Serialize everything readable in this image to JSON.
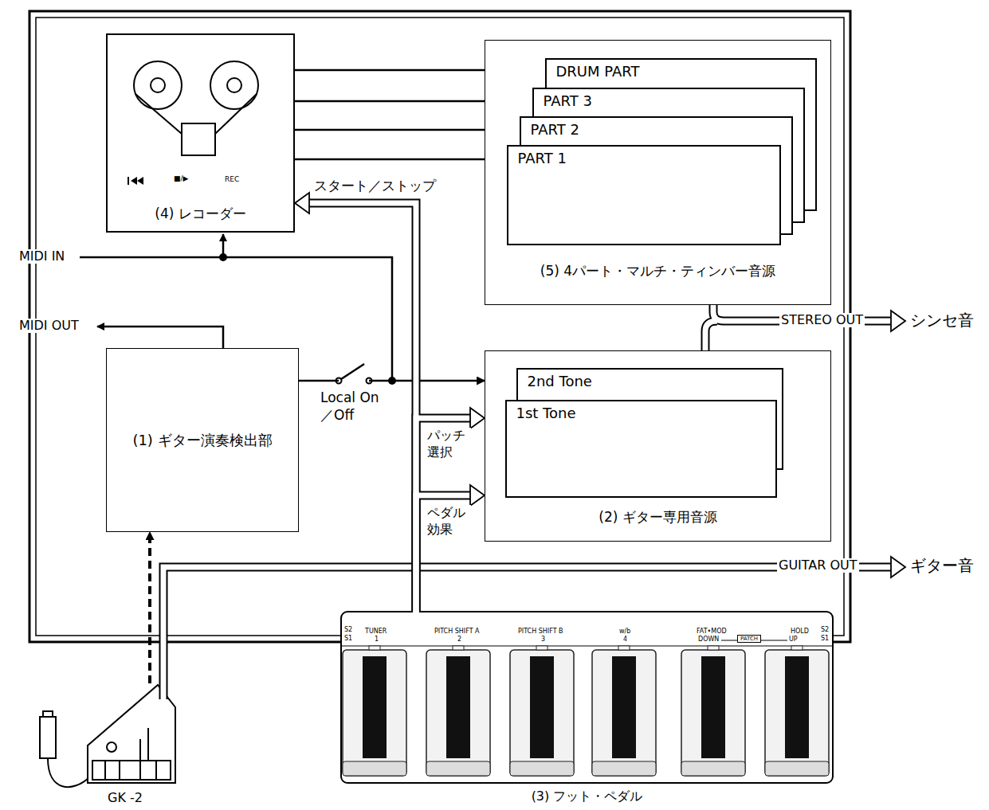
{
  "diagram": {
    "nodes": [
      {
        "text": [
          "(4) レコーダー"
        ]
      },
      {
        "text": [
          "(5) 4パート・マルチ・ティンバー音源"
        ]
      },
      {
        "text": [
          "DRUM PART"
        ],
        "in": 1
      },
      {
        "text": [
          "PART 3"
        ],
        "in": 1
      },
      {
        "text": [
          "PART 2"
        ],
        "in": 1
      },
      {
        "text": [
          "PART 1"
        ],
        "in": 1
      },
      {
        "text": [
          "(1) ギター演奏検出部"
        ]
      },
      {
        "text": [
          "(2) ギター専用音源"
        ]
      },
      {
        "text": [
          "2nd Tone"
        ],
        "in": 7
      },
      {
        "text": [
          "1st Tone"
        ],
        "in": 7
      },
      {
        "text": [
          "(3) フット・ペダル"
        ]
      },
      {
        "text": [
          "GK -2"
        ]
      }
    ],
    "edges": [
      {
        "from": 0,
        "to": 2,
        "arrow": "to"
      },
      {
        "from": 0,
        "to": 3,
        "arrow": "to"
      },
      {
        "from": 0,
        "to": 4,
        "arrow": "to"
      },
      {
        "from": 0,
        "to": 5,
        "arrow": "to"
      },
      {
        "from": 10,
        "to": 0,
        "label": "スタート／ストップ",
        "arrow": "to"
      },
      {
        "from": 6,
        "to": 7,
        "label": "Local On／Off",
        "arrow": "to"
      },
      {
        "from": 10,
        "to": 7,
        "label": "パッチ 選択",
        "arrow": "to"
      },
      {
        "from": 10,
        "to": 7,
        "label": "ペダル 効果",
        "arrow": "to"
      },
      {
        "from": 11,
        "to": 6,
        "arrow": "to"
      }
    ],
    "labels": [
      "MIDI IN",
      "MIDI OUT",
      "STEREO OUT",
      "シンセ音",
      "GUITAR OUT",
      "ギター音",
      "■/▶",
      "REC",
      "S2",
      "S1",
      "TUNER",
      "1",
      "PITCH SHIFT A",
      "2",
      "PITCH SHIFT B",
      "3",
      "w/b",
      "4",
      "FAT•MOD",
      "DOWN",
      "PATCH",
      "UP",
      "HOLD",
      "S2",
      "S1"
    ]
  }
}
